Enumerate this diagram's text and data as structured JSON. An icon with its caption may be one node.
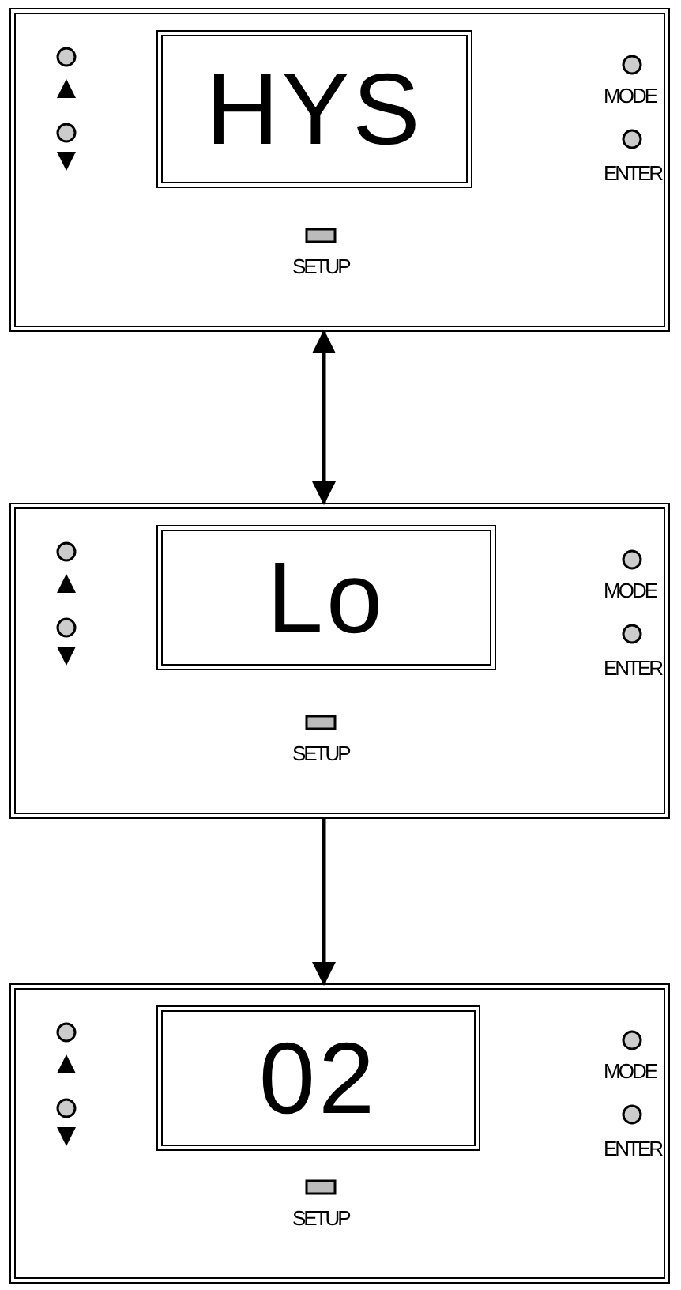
{
  "diagram": {
    "nodes": [
      {
        "text": [
          "MODE",
          "ENTER",
          "SETUP"
        ]
      },
      {
        "text": [
          "HYS"
        ],
        "in": 0
      },
      {
        "text": [
          "MODE",
          "ENTER",
          "SETUP"
        ]
      },
      {
        "text": [
          "Lo"
        ],
        "in": 2
      },
      {
        "text": [
          "MODE",
          "ENTER",
          "SETUP"
        ]
      },
      {
        "text": [
          "02"
        ],
        "in": 4
      }
    ],
    "edges": [
      {
        "from": 0,
        "to": 2,
        "arrow": "both"
      },
      {
        "from": 2,
        "to": 4,
        "arrow": "to"
      }
    ]
  }
}
